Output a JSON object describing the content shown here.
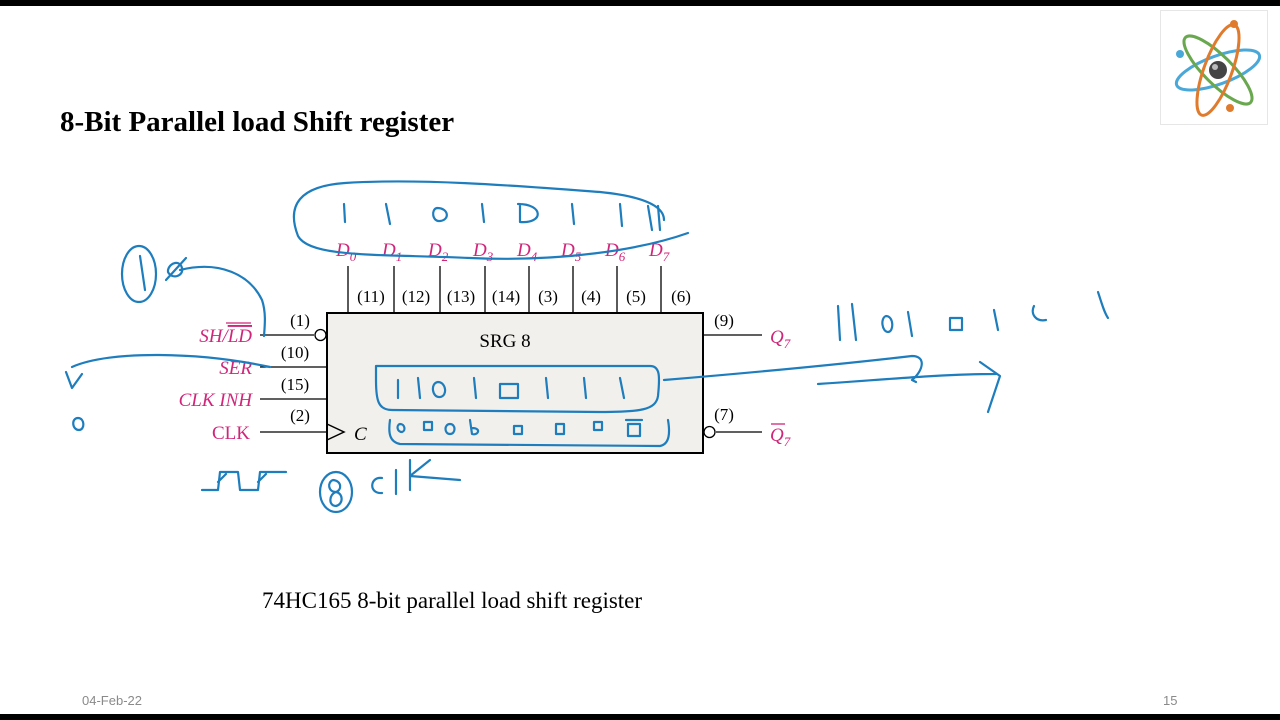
{
  "slide": {
    "title": "8-Bit Parallel load Shift register",
    "caption": "74HC165 8-bit parallel load shift register",
    "date": "04-Feb-22",
    "page_number": "15"
  },
  "chip": {
    "name": "SRG 8",
    "clock_symbol": "C"
  },
  "data_inputs": [
    {
      "label": "D",
      "sub": "0",
      "pin": "(11)"
    },
    {
      "label": "D",
      "sub": "1",
      "pin": "(12)"
    },
    {
      "label": "D",
      "sub": "2",
      "pin": "(13)"
    },
    {
      "label": "D",
      "sub": "3",
      "pin": "(14)"
    },
    {
      "label": "D",
      "sub": "4",
      "pin": "(3)"
    },
    {
      "label": "D",
      "sub": "5",
      "pin": "(4)"
    },
    {
      "label": "D",
      "sub": "6",
      "pin": "(5)"
    },
    {
      "label": "D",
      "sub": "7",
      "pin": "(6)"
    }
  ],
  "left_inputs": [
    {
      "label": "SH/",
      "label_bar": "LD",
      "pin": "(1)"
    },
    {
      "label": "SER",
      "pin": "(10)"
    },
    {
      "label": "CLK INH",
      "pin": "(15)"
    },
    {
      "label": "CLK",
      "pin": "(2)"
    }
  ],
  "outputs": [
    {
      "label": "Q",
      "sub": "7",
      "pin": "(9)"
    },
    {
      "label": "Q",
      "sub": "7",
      "pin": "(7)",
      "inverted": true
    }
  ],
  "annotations": {
    "loaded_bits": "11010111",
    "serial_out_bits": "11010111",
    "ser_value": "0",
    "clock_label": "clk",
    "sh_ld_values": "1 0"
  },
  "colors": {
    "pin_label": "#d0267a",
    "ink": "#1e7dbd",
    "chip_fill": "#f2f0ec"
  }
}
